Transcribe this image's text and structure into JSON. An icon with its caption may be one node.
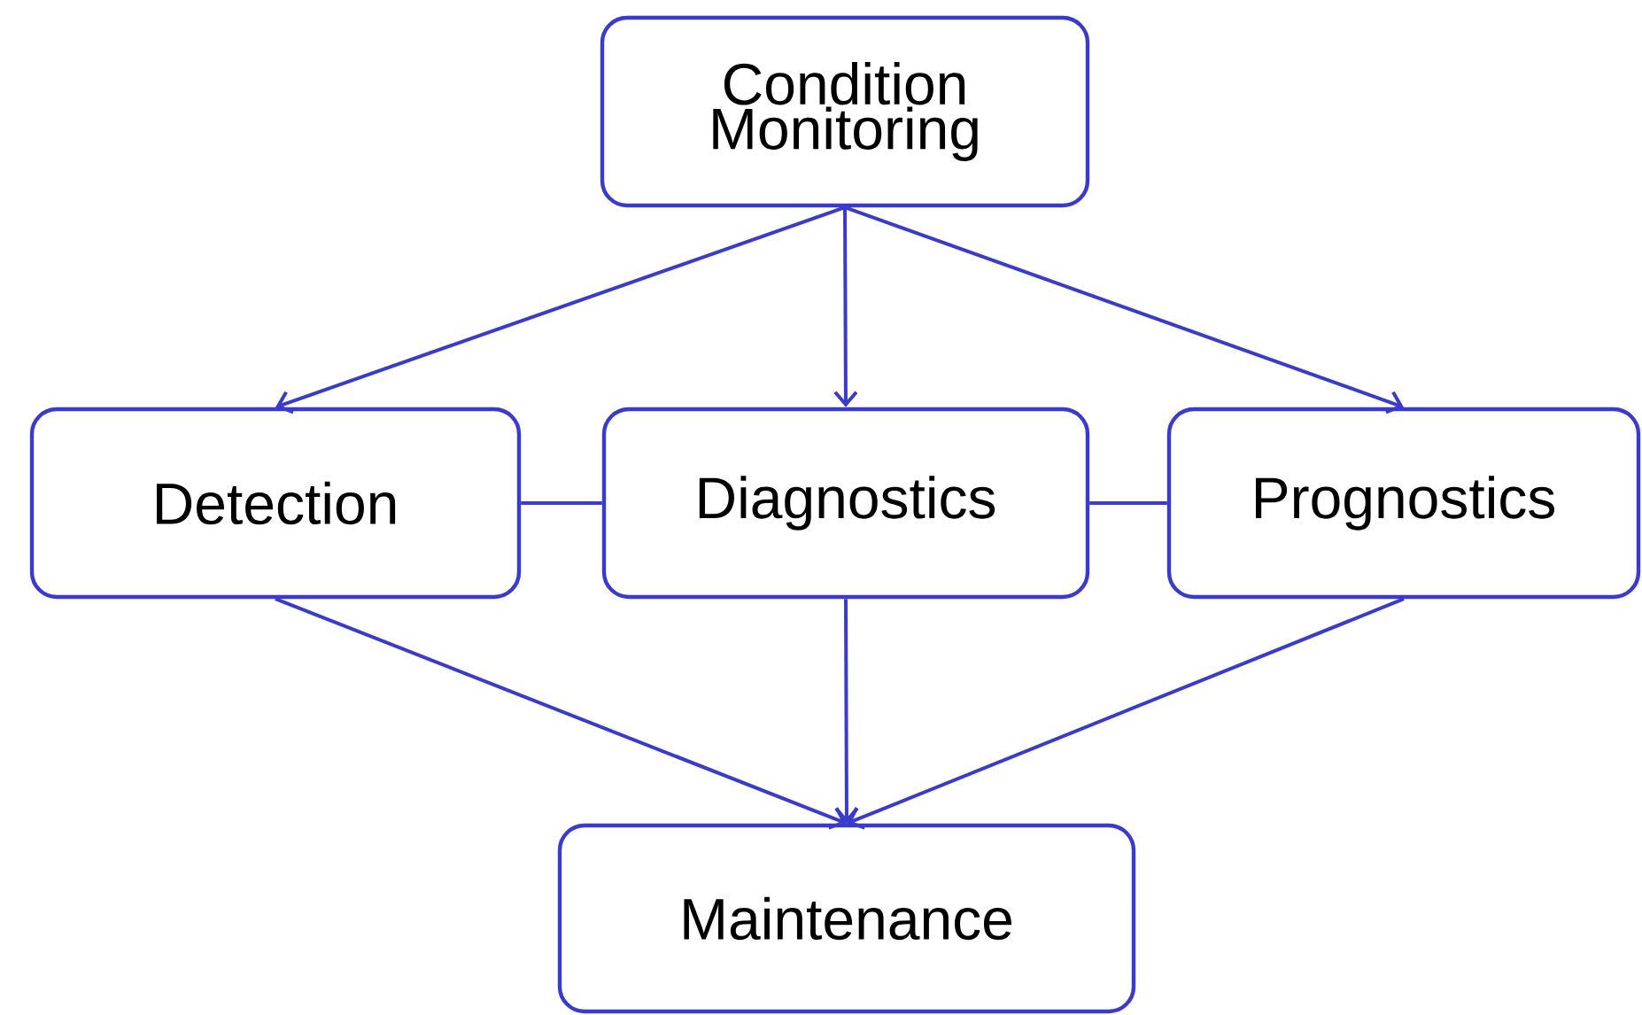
{
  "diagram": {
    "nodes": [
      {
        "text": [
          "Condition Monitoring"
        ]
      },
      {
        "text": [
          "Detection"
        ]
      },
      {
        "text": [
          "Diagnostics"
        ]
      },
      {
        "text": [
          "Prognostics"
        ]
      },
      {
        "text": [
          "Maintenance"
        ]
      }
    ],
    "edges": [
      {
        "from": 0,
        "to": 1,
        "arrow": "to"
      },
      {
        "from": 0,
        "to": 2,
        "arrow": "to"
      },
      {
        "from": 0,
        "to": 3,
        "arrow": "to"
      },
      {
        "from": 1,
        "to": 2,
        "arrow": "none"
      },
      {
        "from": 2,
        "to": 3,
        "arrow": "none"
      },
      {
        "from": 1,
        "to": 4,
        "arrow": "to"
      },
      {
        "from": 2,
        "to": 4,
        "arrow": "to"
      },
      {
        "from": 3,
        "to": 4,
        "arrow": "to"
      }
    ]
  }
}
